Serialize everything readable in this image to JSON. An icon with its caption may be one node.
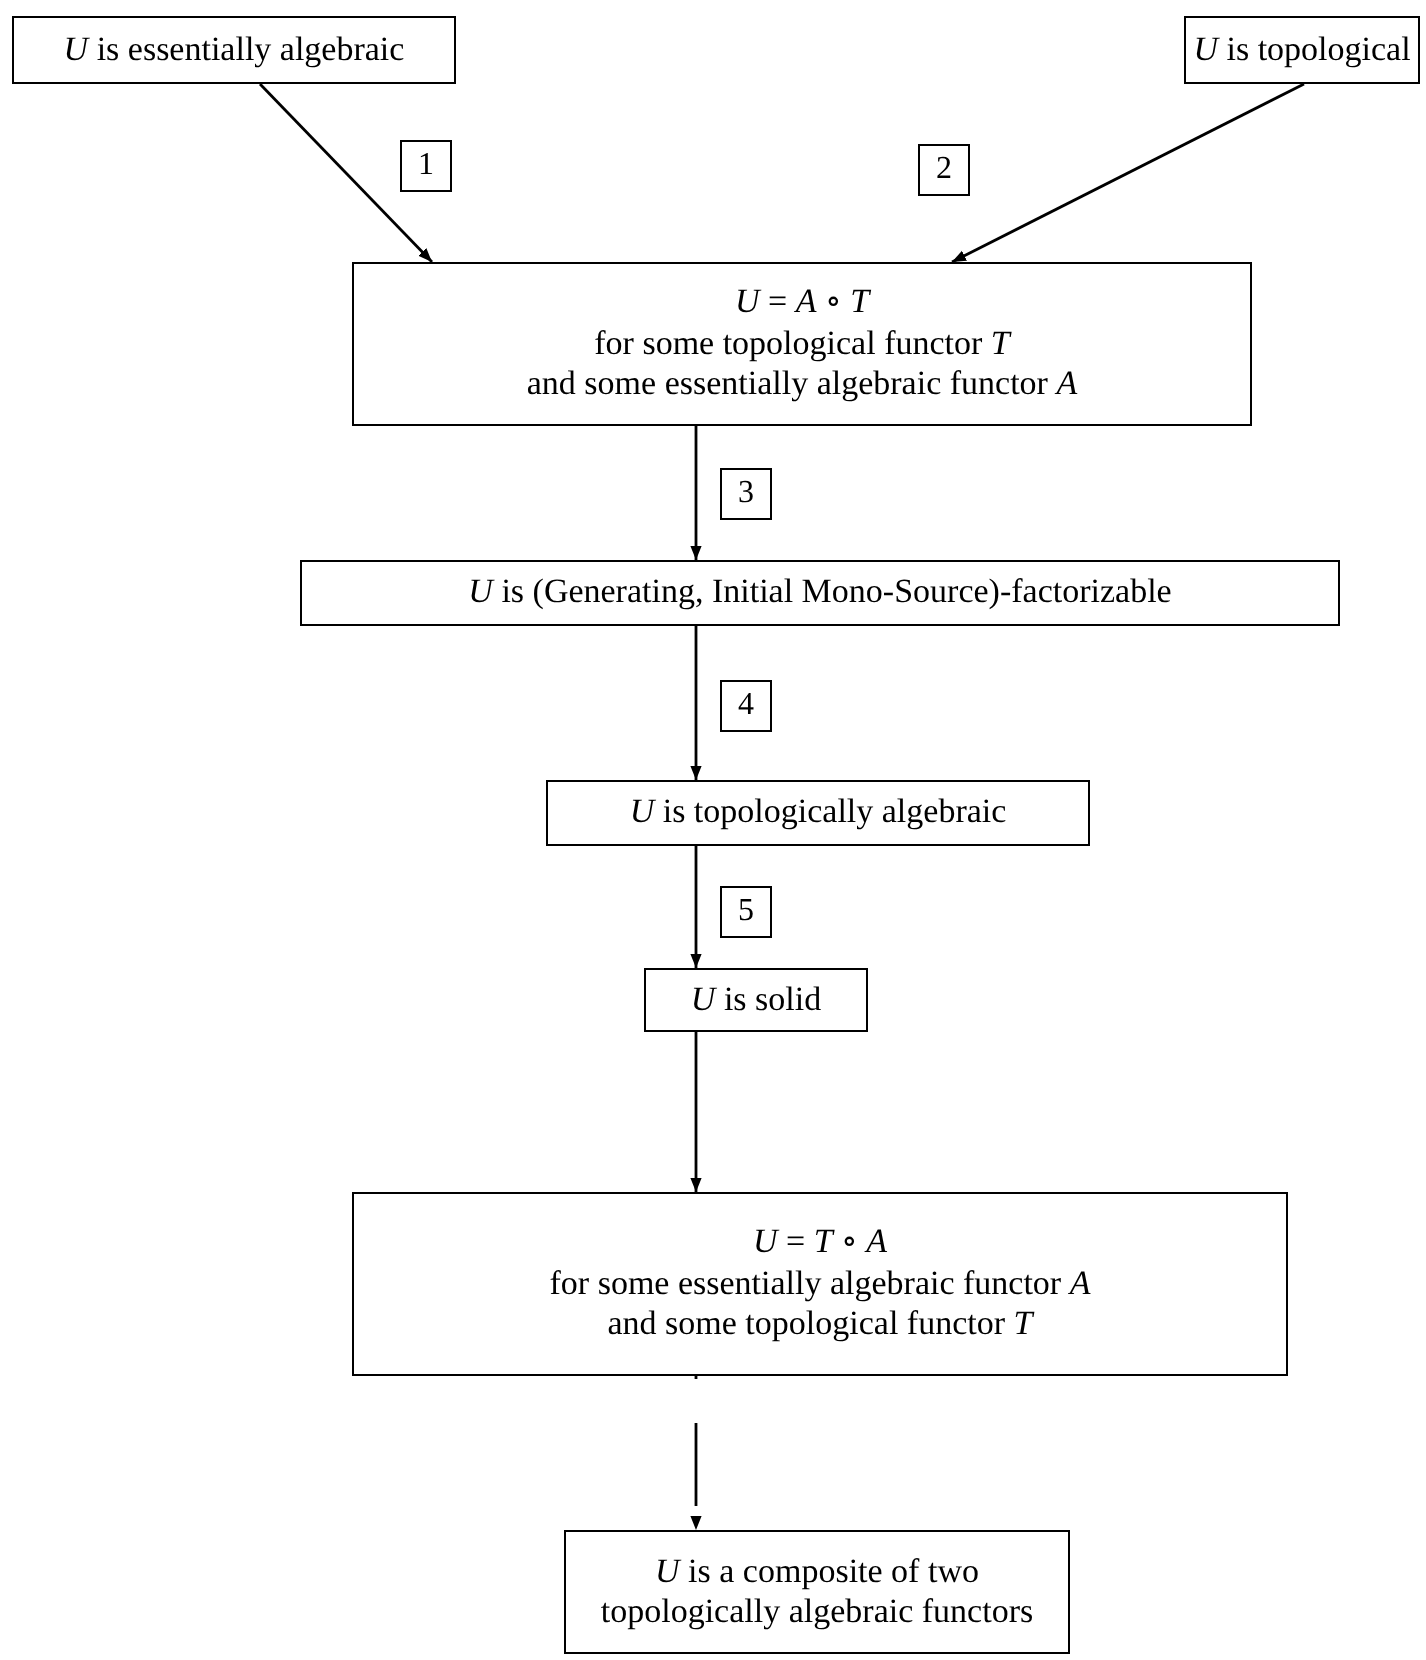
{
  "diagram": {
    "nodes": [
      {
        "text": [
          "*U* is essentially algebraic"
        ]
      },
      {
        "text": [
          "*U* is topological"
        ]
      },
      {
        "text": [
          "*U* = *A* ∘ *T*",
          "for some topological functor *T*",
          "and some essentially algebraic functor *A*"
        ]
      },
      {
        "text": [
          "*U* is (Generating, Initial Mono-Source)-factorizable"
        ]
      },
      {
        "text": [
          "*U* is topologically algebraic"
        ]
      },
      {
        "text": [
          "*U* is solid"
        ]
      },
      {
        "text": [
          "*U* = *T* ∘ *A*",
          "for some essentially algebraic functor *A*",
          "and some topological functor *T*"
        ]
      },
      {
        "text": [
          "*U* is a composite of two topologically algebraic functors"
        ]
      }
    ],
    "edges": [
      {
        "from": 0,
        "to": 2,
        "arrow": "to",
        "label": "1"
      },
      {
        "from": 1,
        "to": 2,
        "arrow": "to",
        "label": "2"
      },
      {
        "from": 2,
        "to": 3,
        "arrow": "to",
        "label": "3"
      },
      {
        "from": 3,
        "to": 4,
        "arrow": "to",
        "label": "4"
      },
      {
        "from": 4,
        "to": 5,
        "arrow": "to",
        "label": "5"
      },
      {
        "from": 5,
        "to": 6,
        "arrow": "to"
      },
      {
        "from": 6,
        "to": 7,
        "arrow": "to",
        "style": "dashed"
      }
    ]
  }
}
